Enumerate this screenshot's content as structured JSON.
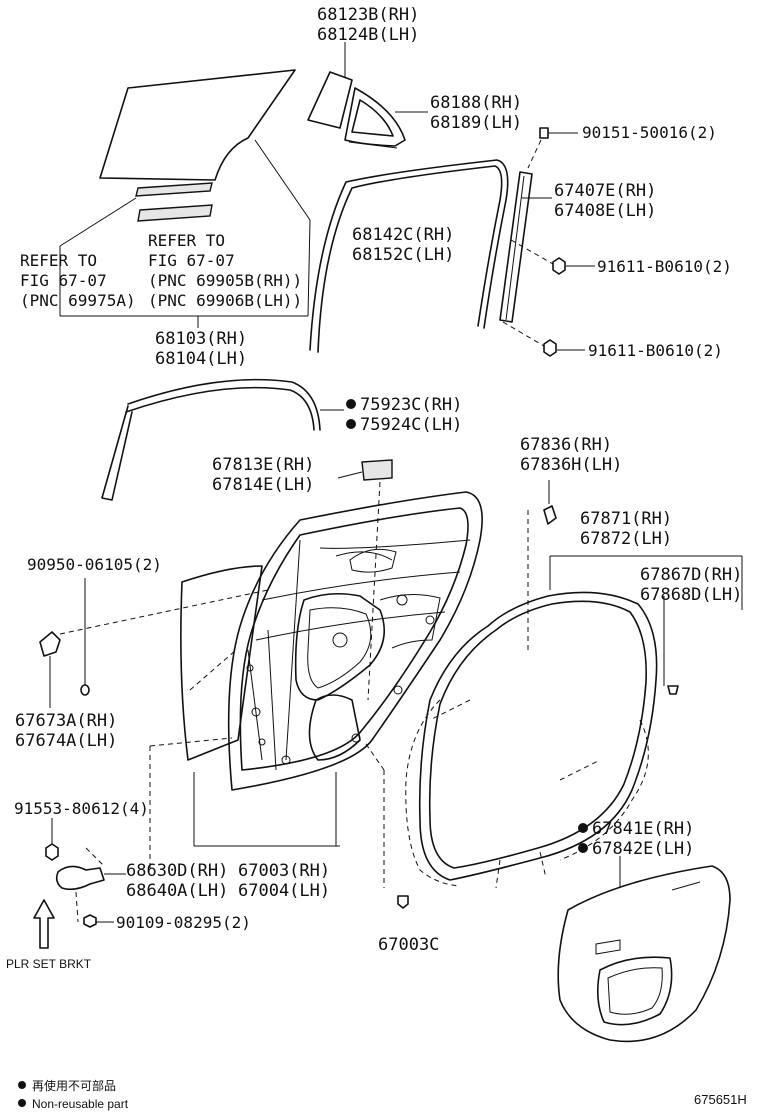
{
  "labels": {
    "glass_quarter_rh": "68123B(RH)",
    "glass_quarter_lh": "68124B(LH)",
    "weatherstrip_rh": "68188(RH)",
    "weatherstrip_lh": "68189(LH)",
    "screw_top": "90151-50016(2)",
    "garnish_rh": "67407E(RH)",
    "garnish_lh": "67408E(LH)",
    "run_rh": "68142C(RH)",
    "run_lh": "68152C(LH)",
    "bolt_a": "91611-B0610(2)",
    "bolt_b": "91611-B0610(2)",
    "refer_left_1": "REFER TO",
    "refer_left_2": "FIG 67-07",
    "refer_left_3": "(PNC 69975A)",
    "refer_right_1": "REFER TO",
    "refer_right_2": "FIG 67-07",
    "refer_right_3": "(PNC 69905B(RH))",
    "refer_right_4": "(PNC 69906B(LH))",
    "glass_rh": "68103(RH)",
    "glass_lh": "68104(LH)",
    "molding_rh": "75923C(RH)",
    "molding_lh": "75924C(LH)",
    "cover_rh": "67836(RH)",
    "cover_lh": "67836H(LH)",
    "seal_rh": "67813E(RH)",
    "seal_lh": "67814E(LH)",
    "wstrip_rh": "67871(RH)",
    "wstrip_lh": "67872(LH)",
    "clip_top": "90950-06105(2)",
    "wstrip2_rh": "67867D(RH)",
    "wstrip2_lh": "67868D(LH)",
    "check_rh": "67673A(RH)",
    "check_lh": "67674A(LH)",
    "bolt_c": "91553-80612(4)",
    "hinge_rh": "68630D(RH)",
    "hinge_lh": "68640A(LH)",
    "door_rh": "67003(RH)",
    "door_lh": "67004(LH)",
    "trim_rh": "67841E(RH)",
    "trim_lh": "67842E(LH)",
    "bolt_d": "90109-08295(2)",
    "plug": "67003C",
    "plr_set": "PLR SET BRKT",
    "legend_jp": "再使用不可部品",
    "legend_en": "Non-reusable part",
    "diagram_code": "675651H"
  }
}
